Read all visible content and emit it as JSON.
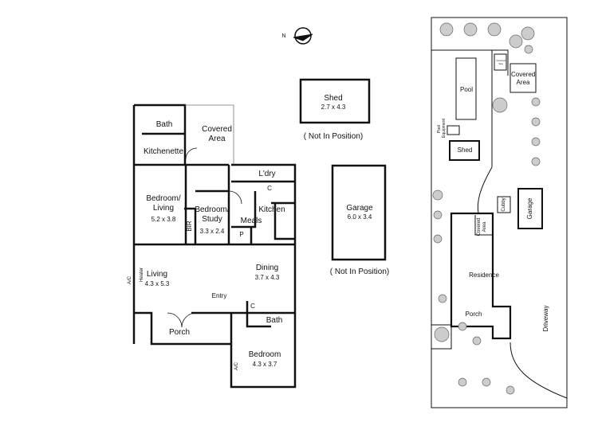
{
  "north_label": "N",
  "floor_plan": {
    "bath_rear": "Bath",
    "covered_area": "Covered Area",
    "kitchenette": "Kitchenette",
    "bedroom_living": "Bedroom/ Living",
    "bedroom_living_dim": "5.2 x 3.8",
    "bir": "BIR",
    "bedroom_study": "Bedroom/ Study",
    "bedroom_study_dim": "3.3 x 2.4",
    "laundry": "L'dry",
    "cupboard_c1": "C",
    "kitchen": "Kitchen",
    "meals": "Meals",
    "pantry": "P",
    "living": "Living",
    "living_dim": "4.3 x 5.3",
    "dining": "Dining",
    "dining_dim": "3.7 x 4.3",
    "entry": "Entry",
    "cupboard_c2": "C",
    "bath": "Bath",
    "porch": "Porch",
    "bedroom": "Bedroom",
    "bedroom_dim": "4.3 x 3.7",
    "ac_1": "A/C",
    "heater": "Heater",
    "ac_2": "A/C",
    "shed": "Shed",
    "shed_dim": "2.7 x 4.3",
    "shed_note": "( Not In Position)",
    "garage": "Garage",
    "garage_dim": "6.0 x 3.4",
    "garage_note": "( Not In Position)"
  },
  "site_plan": {
    "pool": "Pool",
    "covered_spa": "Covered Spa",
    "covered_area": "Covered Area",
    "pool_equipment": "Pool Equipment",
    "shed": "Shed",
    "cubby": "Cubby",
    "garage": "Garage",
    "covered_area_2": "Covered Area",
    "residence": "Residence",
    "porch": "Porch",
    "driveway": "Driveway"
  }
}
